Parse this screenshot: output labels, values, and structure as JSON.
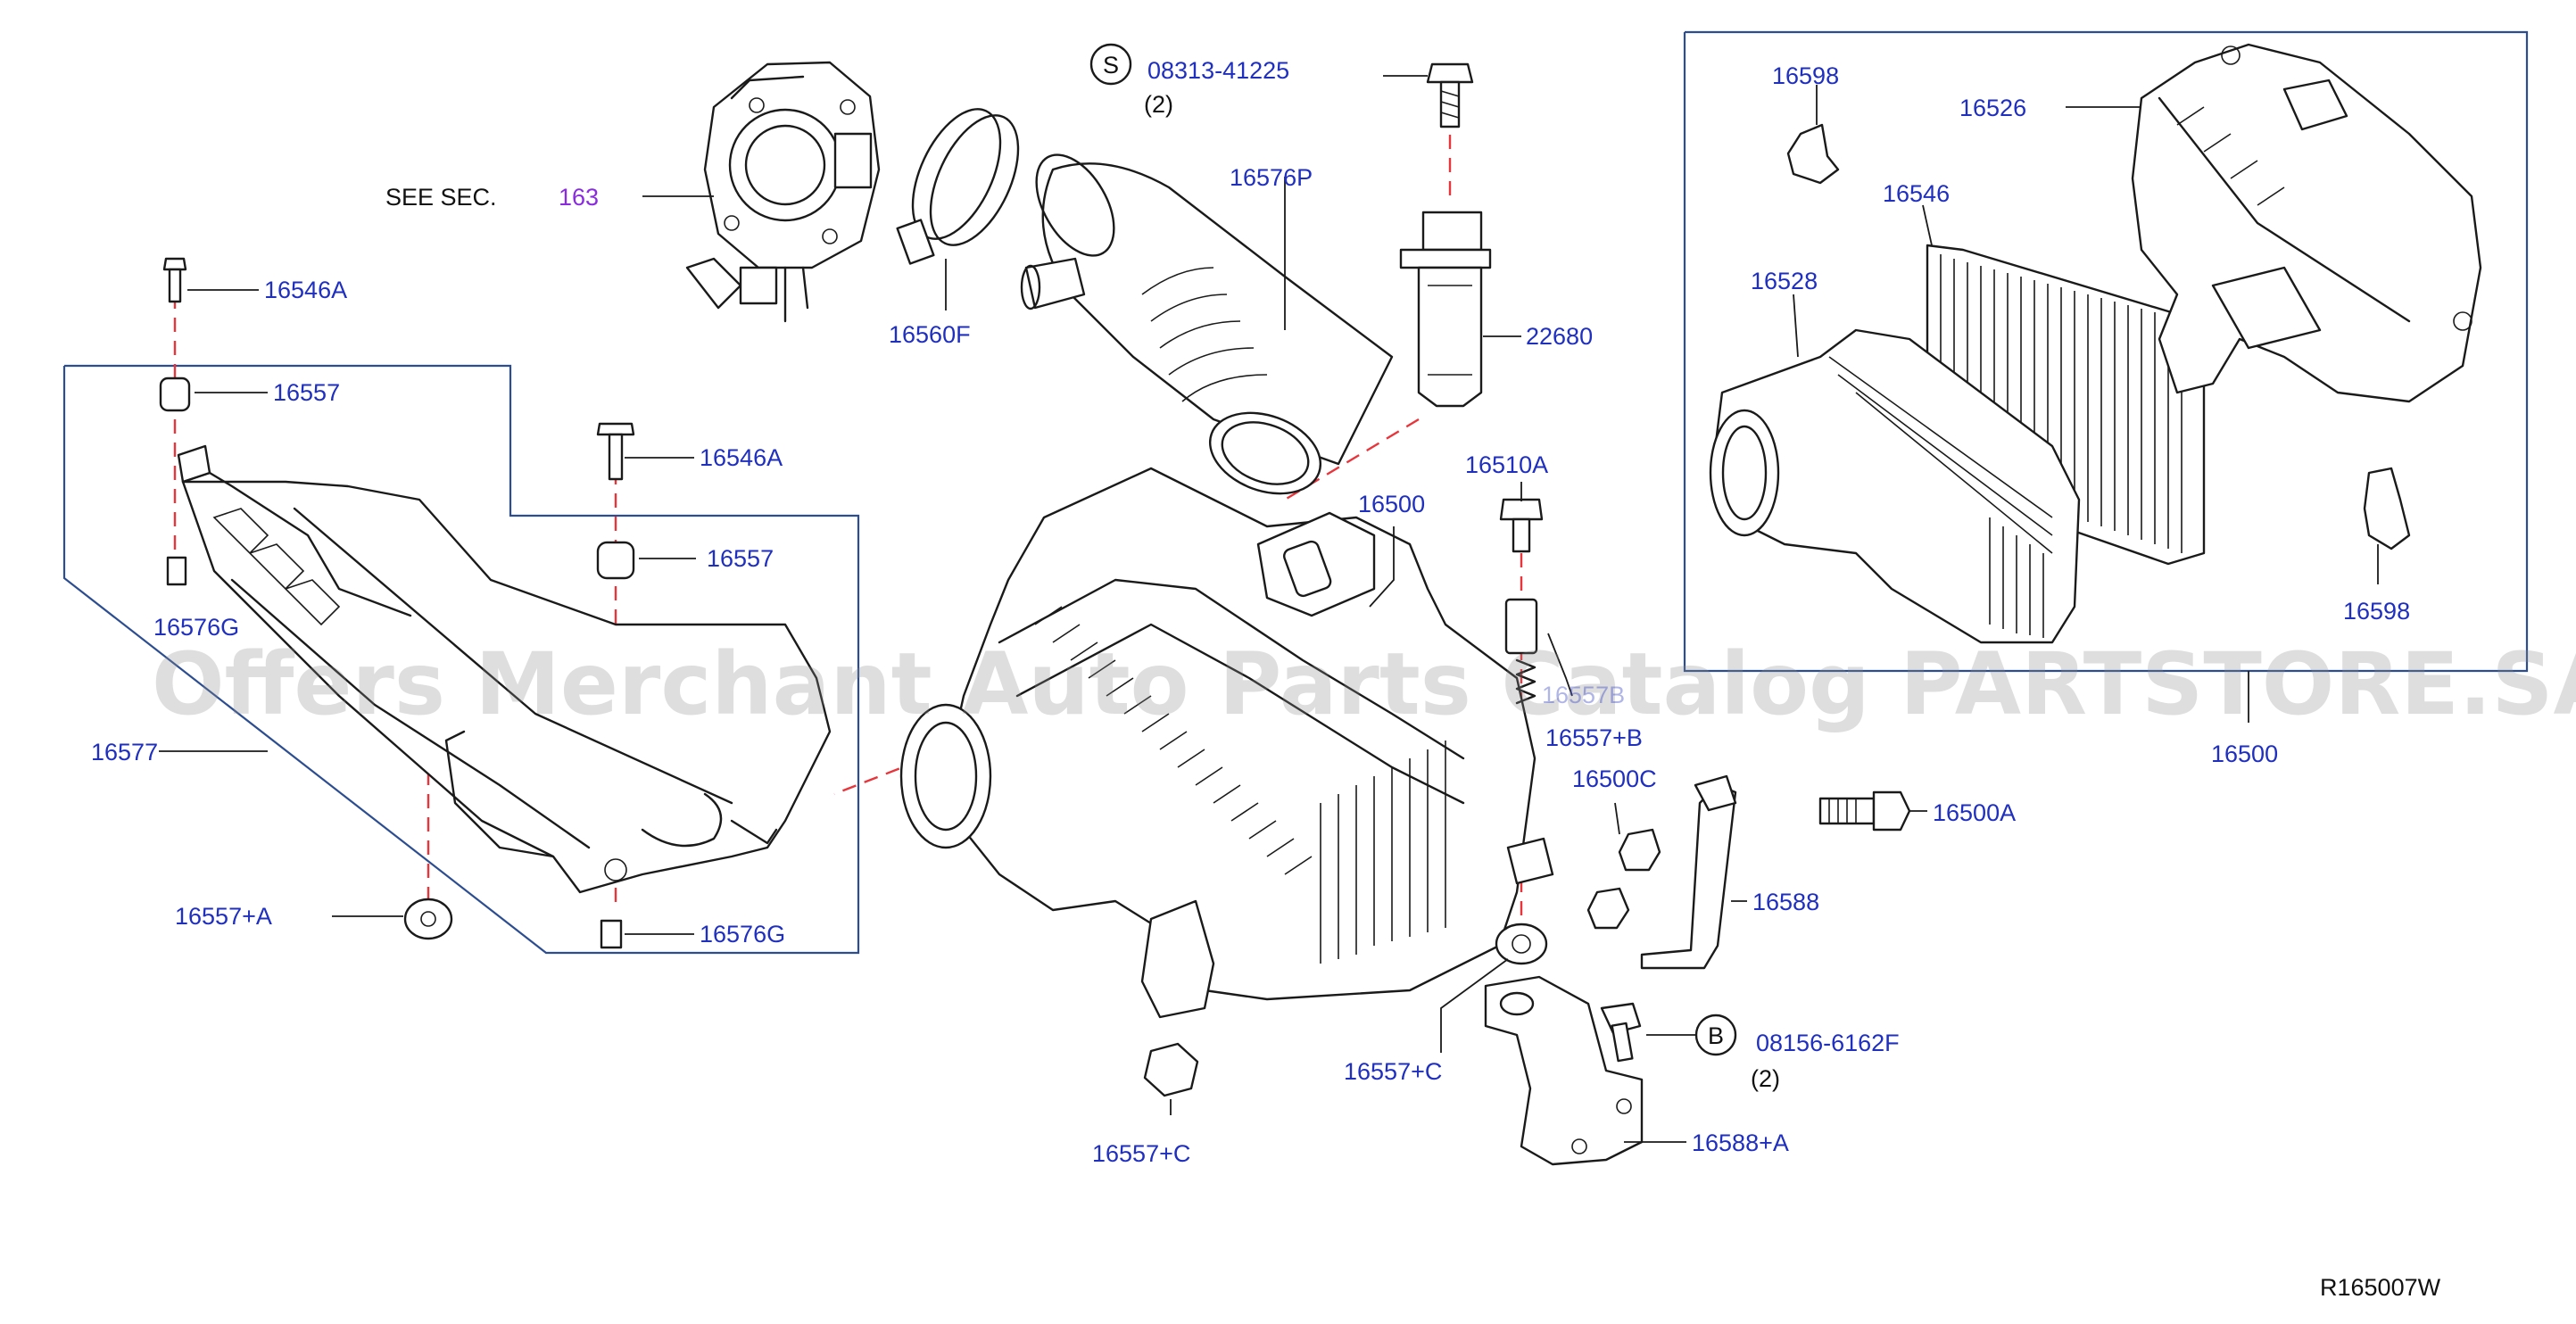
{
  "colors": {
    "label_blue": "#1f2fbf",
    "section_ref_purple": "#8a2be2",
    "text_black": "#111111",
    "frame_blue": "#2c4e91",
    "centerline_red": "#e8343b"
  },
  "watermark": "Offers Merchant Auto Parts Catalog PARTSTORE.SA",
  "diagram_code": "R165007W",
  "see_section": {
    "prefix": "SEE   SEC.",
    "ref": "163"
  },
  "standard_parts": [
    {
      "symbol": "S",
      "number": "08313-41225",
      "qty": "(2)"
    },
    {
      "symbol": "B",
      "number": "08156-6162F",
      "qty": "(2)"
    }
  ],
  "labels": {
    "l16546A_top": "16546A",
    "l16557_top": "16557",
    "l16576G_left": "16576G",
    "l16577": "16577",
    "l16557A": "16557+A",
    "l16546A_mid": "16546A",
    "l16557_mid": "16557",
    "l16576G_bottom": "16576G",
    "l16560F": "16560F",
    "l16576P": "16576P",
    "l22680": "22680",
    "l16510A": "16510A",
    "l16500_center": "16500",
    "l16557B": "16557+B",
    "l16500C": "16500C",
    "l16557C_right": "16557+C",
    "l16557C_bottom": "16557+C",
    "l16500A": "16500A",
    "l16588": "16588",
    "l16588A": "16588+A",
    "l16598_top": "16598",
    "l16526": "16526",
    "l16546_right": "16546",
    "l16528": "16528",
    "l16598_bottom": "16598",
    "l16500_right": "16500",
    "l_obscured": "16557B"
  }
}
